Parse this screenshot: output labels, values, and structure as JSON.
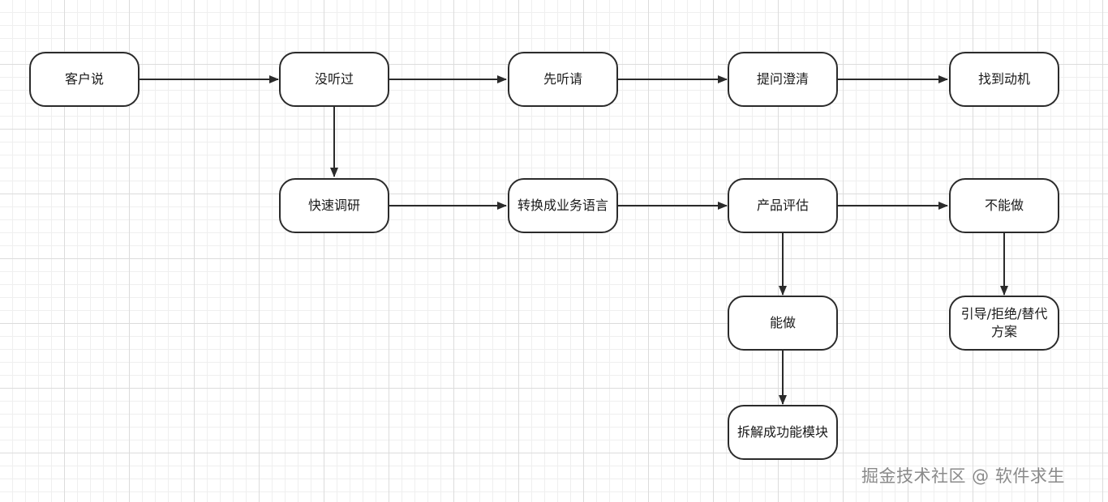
{
  "nodes": {
    "customer_says": "客户说",
    "never_heard": "没听过",
    "listen_first": "先听请",
    "ask_clarify": "提问澄清",
    "find_motive": "找到动机",
    "quick_research": "快速调研",
    "translate_business": "转换成业务语言",
    "product_eval": "产品评估",
    "cannot_do": "不能做",
    "can_do": "能做",
    "guide_reject": "引导/拒绝/替代方案",
    "split_modules": "拆解成功能模块"
  },
  "watermark": "掘金技术社区 @ 软件求生",
  "colors": {
    "line": "#2b2b2b",
    "node_border": "#2b2b2b",
    "node_fill": "#ffffff",
    "watermark": "#8a8a8a"
  }
}
